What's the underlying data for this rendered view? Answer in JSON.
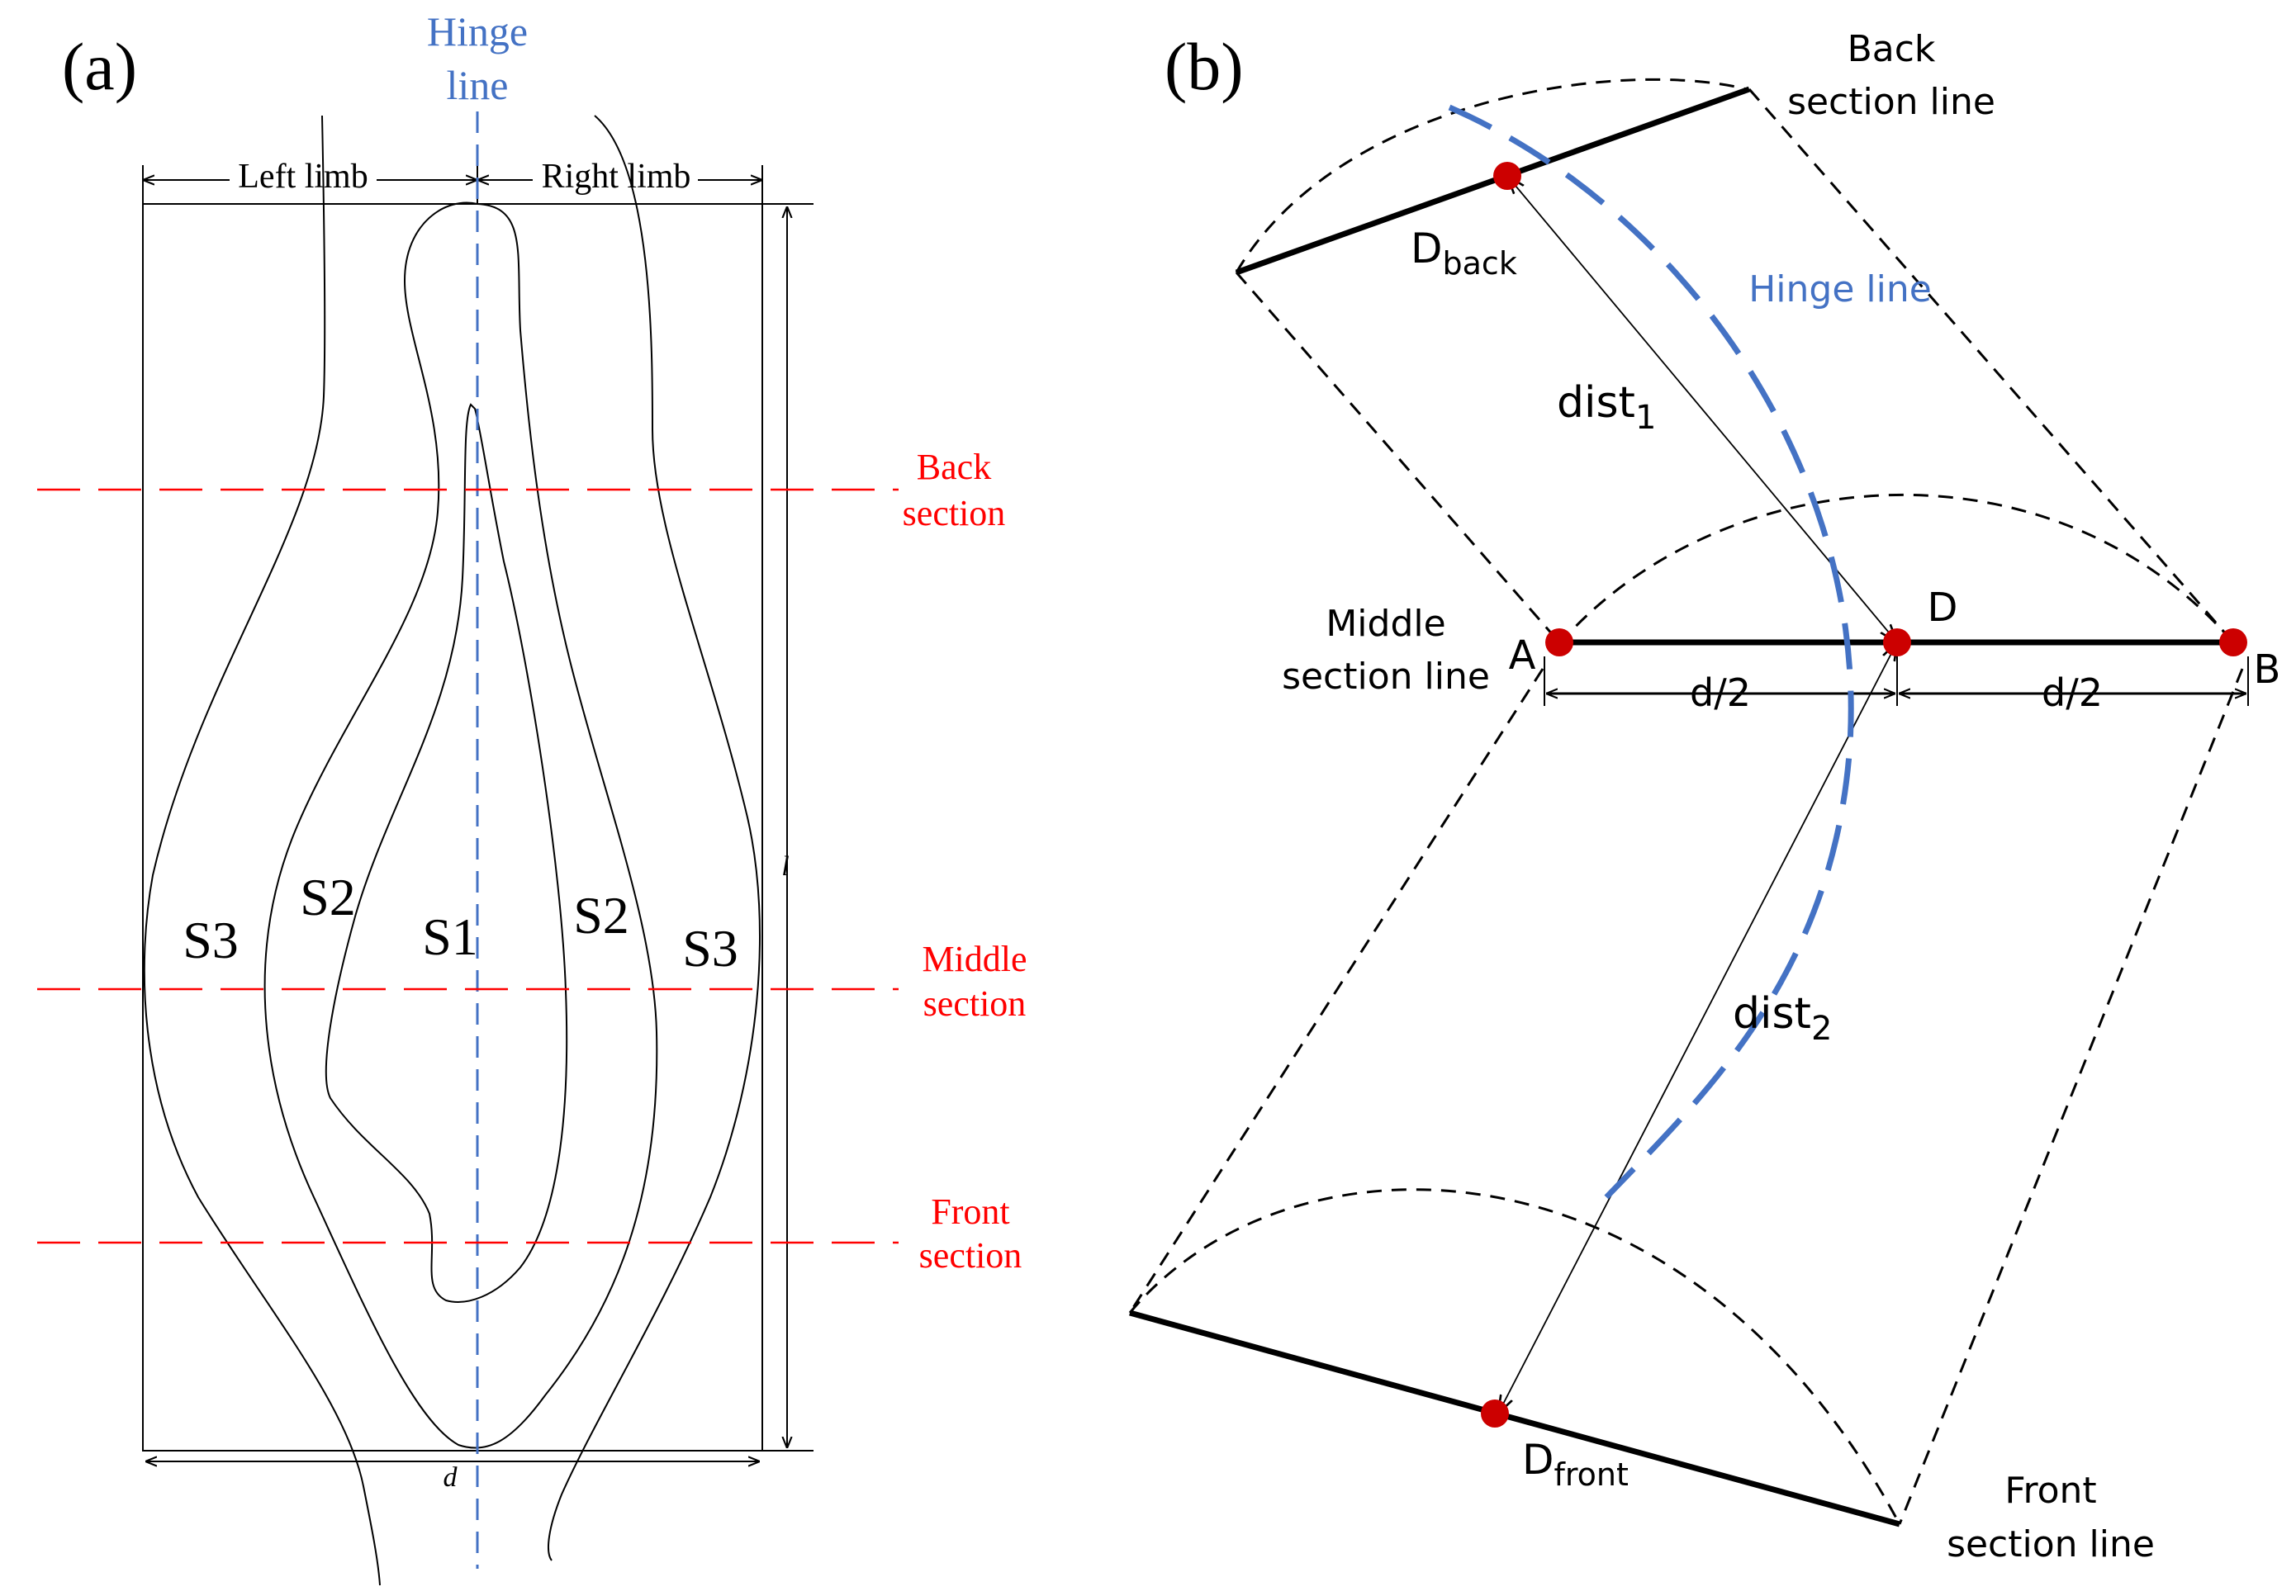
{
  "colors": {
    "ink": "#000000",
    "hinge_blue": "#4472C4",
    "section_red": "#FF0000",
    "point_red": "#CC0000"
  },
  "panel_a": {
    "label": "(a)",
    "hinge_line": [
      "Hinge",
      "line"
    ],
    "left_limb": "Left limb",
    "right_limb": "Right limb",
    "back_section": [
      "Back",
      "section"
    ],
    "middle_section": [
      "Middle",
      "section"
    ],
    "front_section": [
      "Front",
      "section"
    ],
    "zones": {
      "s1": "S1",
      "s2": "S2",
      "s3": "S3"
    },
    "dim_l": "l",
    "dim_d": "d"
  },
  "panel_b": {
    "label": "(b)",
    "back_section_line": [
      "Back",
      "section line"
    ],
    "middle_section_line": [
      "Middle",
      "section line"
    ],
    "front_section_line": [
      "Front",
      "section line"
    ],
    "hinge_line": "Hinge line",
    "d_back": {
      "main": "D",
      "sub": "back"
    },
    "d_front": {
      "main": "D",
      "sub": "front"
    },
    "dist1": {
      "main": "dist",
      "sub": "1"
    },
    "dist2": {
      "main": "dist",
      "sub": "2"
    },
    "point_a": "A",
    "point_b": "B",
    "point_d": "D",
    "half_d": "d/2"
  }
}
